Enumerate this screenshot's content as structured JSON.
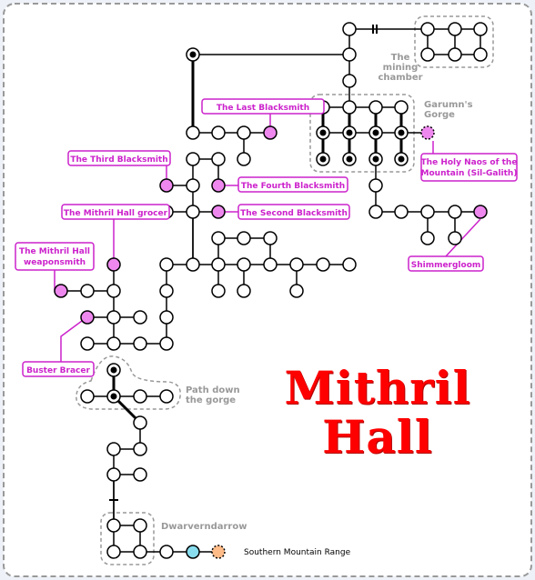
{
  "title": {
    "line1": "Mithril",
    "line2": "Hall"
  },
  "colors": {
    "location_fill": "#ee88ee",
    "label_border": "#cc22cc",
    "label_text": "#cc22cc",
    "region_label": "#999999",
    "title": "#ff0000",
    "exit_blue": "#88ddee",
    "exit_orange": "#ffbb88",
    "background": "#eef2f8"
  },
  "locations": [
    {
      "name": "The Last Blacksmith"
    },
    {
      "name": "The Third Blacksmith"
    },
    {
      "name": "The Fourth Blacksmith"
    },
    {
      "name": "The Mithril Hall grocer"
    },
    {
      "name": "The Second Blacksmith"
    },
    {
      "name": "The Mithril Hall weaponsmith"
    },
    {
      "name": "Buster Bracer"
    },
    {
      "name": "The Holy Naos of the Mountain (Sil-Galith)"
    },
    {
      "name": "Shimmergloom"
    }
  ],
  "regions": [
    {
      "name": "The mining chamber"
    },
    {
      "name": "Garumn's Gorge"
    },
    {
      "name": "Path down the gorge"
    },
    {
      "name": "Dwarverndarrow"
    }
  ],
  "exits": [
    {
      "name": "Southern Mountain Range"
    }
  ]
}
